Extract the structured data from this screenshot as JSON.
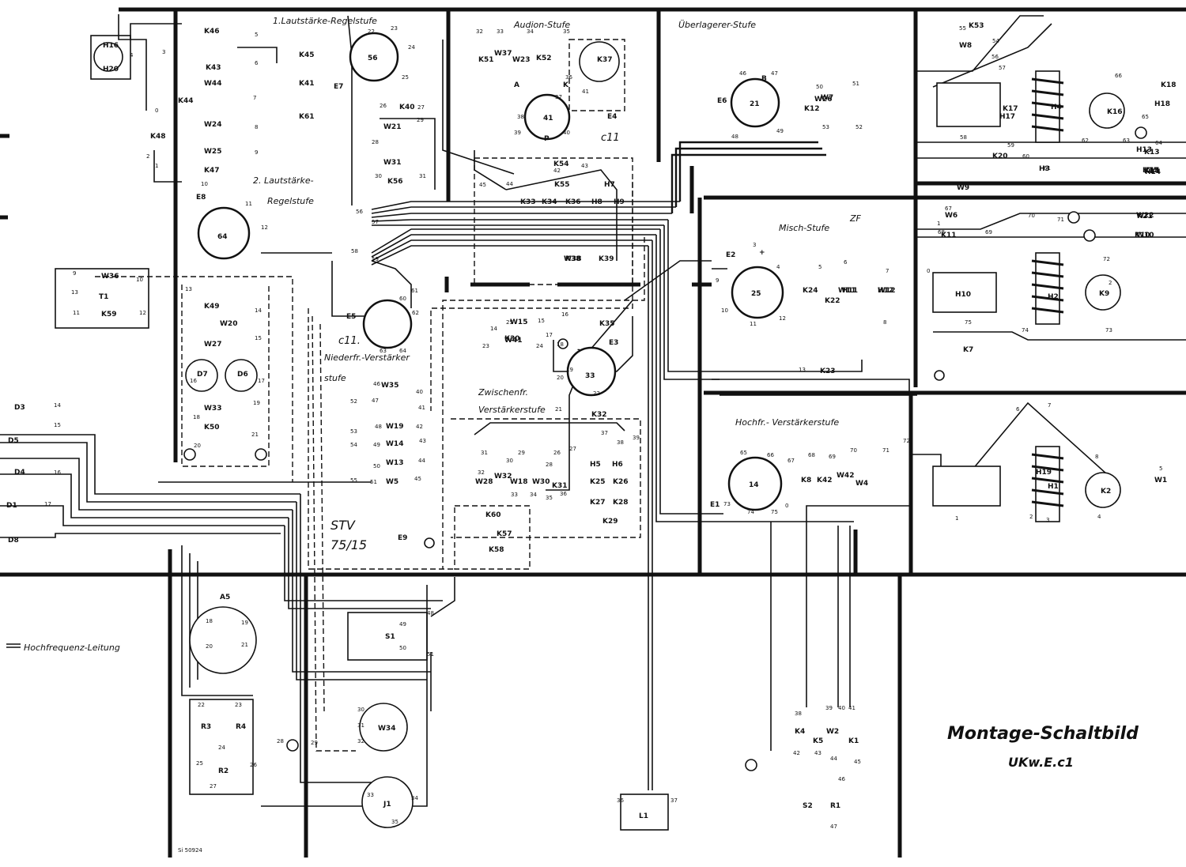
{
  "stages": {
    "vol1": "1.Lautstärke-Regelstufe",
    "audion": "Audion-Stufe",
    "ueberlagerer": "Überlagerer-Stufe",
    "vol2_line1": "2. Lautstärke-",
    "vol2_line2": "Regelstufe",
    "misch": "Misch-Stufe",
    "zf": "ZF",
    "nf_line1": "Niederfr.-Verstärker",
    "nf_line2": "stufe",
    "zf_line1": "Zwischenfr.",
    "zf_line2": "Verstärkerstufe",
    "hf": "Hochfr.- Verstärkerstufe",
    "hf_legend": "Hochfrequenz-Leitung"
  },
  "title": {
    "main": "Montage-Schaltbild",
    "sub": "UKw.E.c1"
  },
  "stamp": "Si 50924",
  "handwritten": {
    "stv1": "STV",
    "stv2": "75/15",
    "e5": "c11.",
    "e4": "c11"
  },
  "tubes": [
    "E1",
    "E2",
    "E3",
    "E4",
    "E5",
    "E6",
    "E7",
    "E8",
    "E9"
  ],
  "components": [
    "W1",
    "W2",
    "W4",
    "W5",
    "W6",
    "W7",
    "W8",
    "W9",
    "W10",
    "W11",
    "W12",
    "W13",
    "W14",
    "W15",
    "W18",
    "W19",
    "W20",
    "W21",
    "W22",
    "W23",
    "W24",
    "W25",
    "W26",
    "W27",
    "W28",
    "W30",
    "W31",
    "W32",
    "W33",
    "W34",
    "W35",
    "W36",
    "W37",
    "W38",
    "W41",
    "W42",
    "W44",
    "K1",
    "K2",
    "K4",
    "K5",
    "K7",
    "K8",
    "K9",
    "K10",
    "K11",
    "K12",
    "K13",
    "K14",
    "K15",
    "K16",
    "K17",
    "K18",
    "K20",
    "K21",
    "K22",
    "K23",
    "K24",
    "K25",
    "K26",
    "K27",
    "K28",
    "K29",
    "K30",
    "K31",
    "K32",
    "K33",
    "K34",
    "K35",
    "K36",
    "K37",
    "K38",
    "K39",
    "K40",
    "K41",
    "K42",
    "K43",
    "K44",
    "K45",
    "K46",
    "K47",
    "K48",
    "K49",
    "K50",
    "K51",
    "K52",
    "K53",
    "K54",
    "K55",
    "K56",
    "K57",
    "K58",
    "K59",
    "K60",
    "K61",
    "H1",
    "H2",
    "H3",
    "H4",
    "H5",
    "H6",
    "H7",
    "H8",
    "H9",
    "H10",
    "H11",
    "H12",
    "H13",
    "H14",
    "H15",
    "H16",
    "H17",
    "H18",
    "H19",
    "H20",
    "D1",
    "D3",
    "D4",
    "D5",
    "D6",
    "D7",
    "D8",
    "R1",
    "R2",
    "R3",
    "R4",
    "L1",
    "J1",
    "S1",
    "S2",
    "A5",
    "T1"
  ],
  "pins": [
    "0",
    "1",
    "2",
    "3",
    "4",
    "5",
    "6",
    "7",
    "8",
    "9",
    "10",
    "11",
    "12",
    "13",
    "14",
    "15",
    "16",
    "17",
    "18",
    "19",
    "20",
    "21",
    "22",
    "23",
    "24",
    "25",
    "26",
    "27",
    "28",
    "29",
    "30",
    "31",
    "32",
    "33",
    "34",
    "35",
    "36",
    "37",
    "38",
    "39",
    "40",
    "41",
    "42",
    "43",
    "44",
    "45",
    "46",
    "47",
    "48",
    "49",
    "50",
    "51",
    "52",
    "53",
    "54",
    "55",
    "56",
    "57",
    "58",
    "59",
    "60",
    "61",
    "62",
    "63",
    "64",
    "65",
    "66",
    "67",
    "68",
    "69",
    "70",
    "71",
    "72",
    "73",
    "74",
    "75"
  ],
  "marks": [
    "A",
    "K",
    "P",
    "B",
    "+",
    "-"
  ]
}
